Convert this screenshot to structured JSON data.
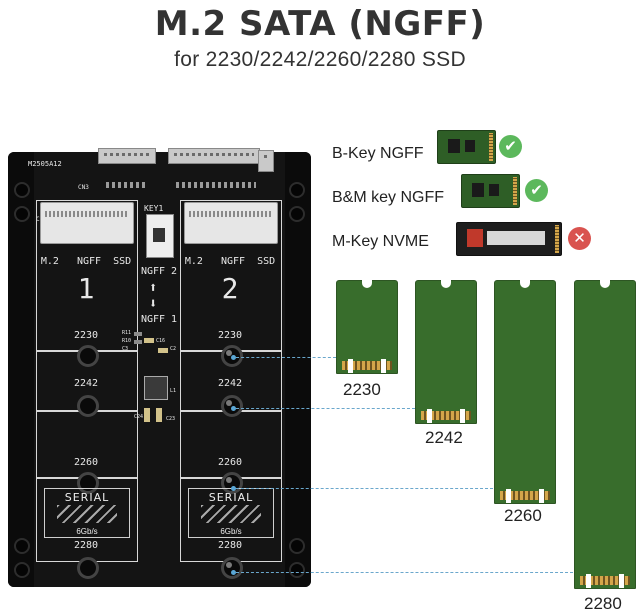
{
  "title": "M.2 SATA (NGFF)",
  "subtitle": "for 2230/2242/2260/2280 SSD",
  "board": {
    "model": "M2505A12",
    "cn_left": "CN1",
    "cn_top": "CN3",
    "switch_label": "KEY1",
    "slot1_header": "M.2   NGFF  SSD",
    "slot1_number": "1",
    "slot2_header": "M.2   NGFF  SSD",
    "slot2_number": "2",
    "switch_top": "NGFF 2",
    "switch_bottom": "NGFF 1",
    "slot1_marks": [
      "2230",
      "2242",
      "2260",
      "2280"
    ],
    "slot2_marks": [
      "2230",
      "2242",
      "2260",
      "2280"
    ],
    "components": [
      "R11",
      "R10",
      "C3",
      "C16",
      "C2",
      "L1",
      "C24",
      "C23"
    ],
    "serial_text": "SERIAL",
    "serial_speed": "6Gb/s"
  },
  "keys": [
    {
      "label": "B-Key NGFF",
      "status": "supported",
      "icon": "check-icon",
      "color": "#5cb85c"
    },
    {
      "label": "B&M key NGFF",
      "status": "supported",
      "icon": "check-icon",
      "color": "#5cb85c"
    },
    {
      "label": "M-Key NVME",
      "status": "unsupported",
      "icon": "cross-icon",
      "color": "#d9534f"
    }
  ],
  "sizes": [
    "2230",
    "2242",
    "2260",
    "2280"
  ],
  "colors": {
    "pcb": "#141414",
    "ssd_green": "#386d2c",
    "connector": "#5aa7d6"
  }
}
